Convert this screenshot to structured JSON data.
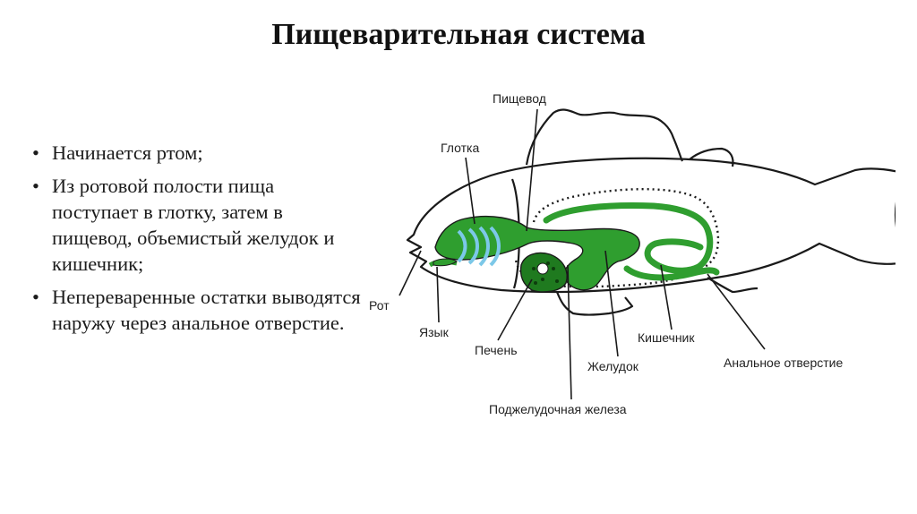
{
  "title": "Пищеварительная система",
  "bullets": [
    "Начинается ртом;",
    "Из ротовой полости пища поступает в глотку, затем в пищевод, объемистый желудок и кишечник;",
    "Непереваренные остатки выводятся наружу через анальное отверстие."
  ],
  "diagram": {
    "labels": {
      "esophagus": "Пищевод",
      "pharynx": "Глотка",
      "mouth": "Рот",
      "tongue": "Язык",
      "liver": "Печень",
      "stomach": "Желудок",
      "intestine": "Кишечник",
      "anus": "Анальное отверстие",
      "pancreas": "Поджелудочная железа"
    },
    "colors": {
      "organs": "#2f9e2f",
      "liver": "#1f7a1f",
      "gills": "#7cc8e8",
      "outline": "#1a1a1a"
    }
  }
}
